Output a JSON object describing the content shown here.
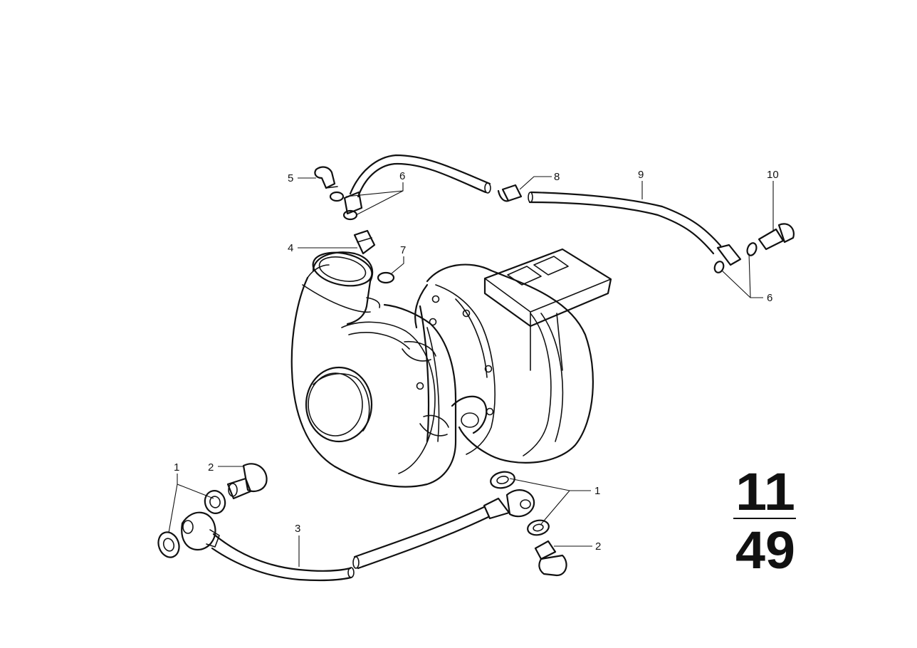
{
  "callouts": {
    "c1a": "1",
    "c2a": "2",
    "c3": "3",
    "c1b": "1",
    "c2b": "2",
    "c4": "4",
    "c5": "5",
    "c6a": "6",
    "c7": "7",
    "c8": "8",
    "c9": "9",
    "c10": "10",
    "c6b": "6"
  },
  "group_number": {
    "top": "11",
    "bottom": "49"
  }
}
